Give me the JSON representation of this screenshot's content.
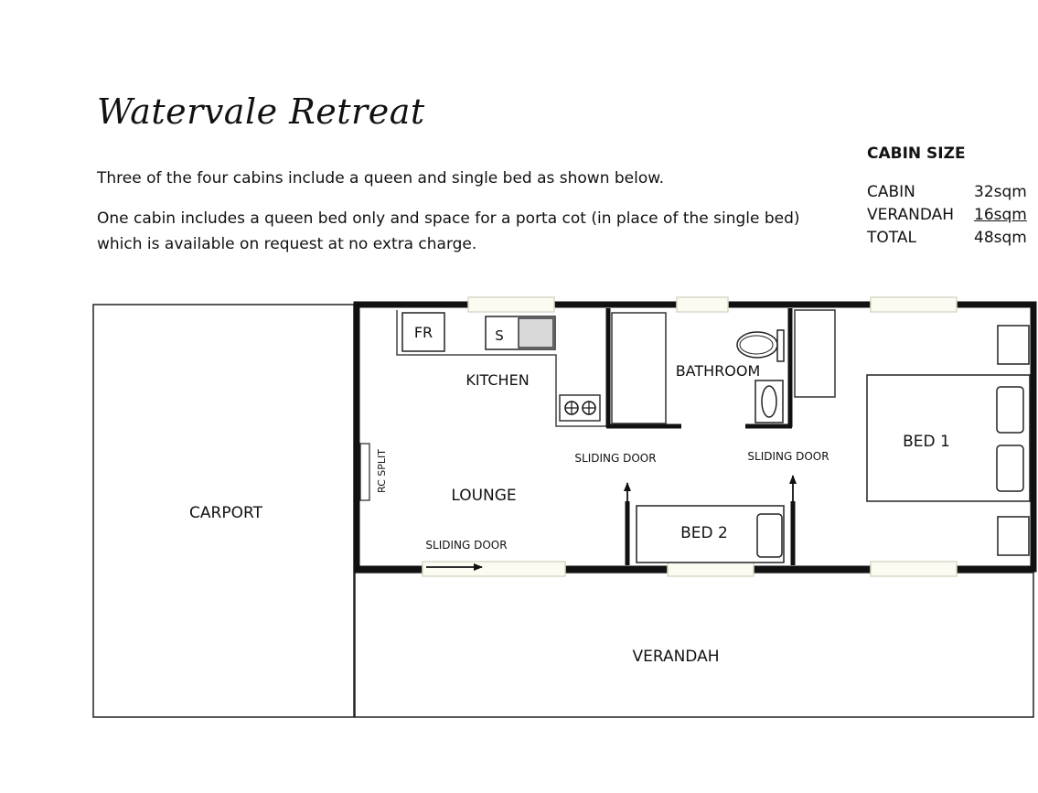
{
  "header": {
    "title": "Watervale Retreat",
    "paragraph1": "Three of the four cabins include a queen and single bed as shown below.",
    "paragraph2_line1": "One cabin includes a queen bed only and space for a porta cot (in place of the single bed)",
    "paragraph2_line2": "which is available on request at no extra charge."
  },
  "cabin_size": {
    "heading": "CABIN SIZE",
    "rows": [
      {
        "label": "CABIN",
        "value": "32sqm"
      },
      {
        "label": "VERANDAH",
        "value": "16sqm"
      },
      {
        "label": "TOTAL",
        "value": "48sqm"
      }
    ]
  },
  "floorplan": {
    "labels": {
      "carport": "CARPORT",
      "verandah": "VERANDAH",
      "kitchen": "KITCHEN",
      "lounge": "LOUNGE",
      "bathroom": "BATHROOM",
      "bed1": "BED 1",
      "bed2": "BED 2",
      "fridge": "FR",
      "sink": "S",
      "rc_split": "RC SPLIT",
      "sliding_door_lounge": "SLIDING DOOR",
      "sliding_door_left": "SLIDING DOOR",
      "sliding_door_right": "SLIDING DOOR"
    }
  }
}
